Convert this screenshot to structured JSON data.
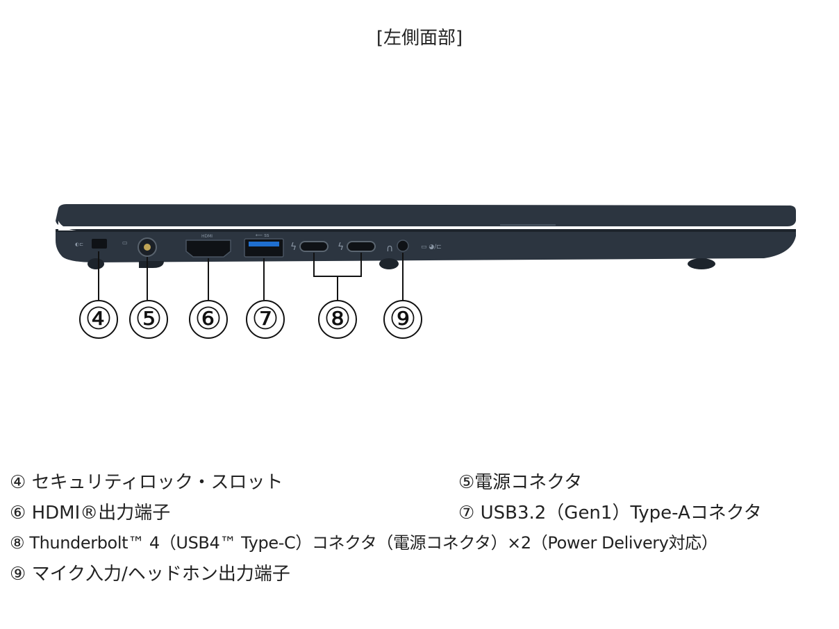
{
  "title": "[左側面部]",
  "callouts": [
    "④",
    "⑤",
    "⑥",
    "⑦",
    "⑧",
    "⑨"
  ],
  "legend": [
    "④ セキュリティロック・スロット",
    "⑤電源コネクタ",
    "⑥ HDMI®出力端子",
    "⑦ USB3.2（Gen1）Type-Aコネクタ",
    "⑧ Thunderbolt™ 4（USB4™ Type-C）コネクタ（電源コネクタ）×2（Power Delivery対応）",
    "⑨ マイク入力/ヘッドホン出力端子"
  ],
  "colors": {
    "body": "#2c3540",
    "edge": "#1d242c",
    "port": "#0f1216",
    "usb_blue": "#1f6fd0"
  }
}
